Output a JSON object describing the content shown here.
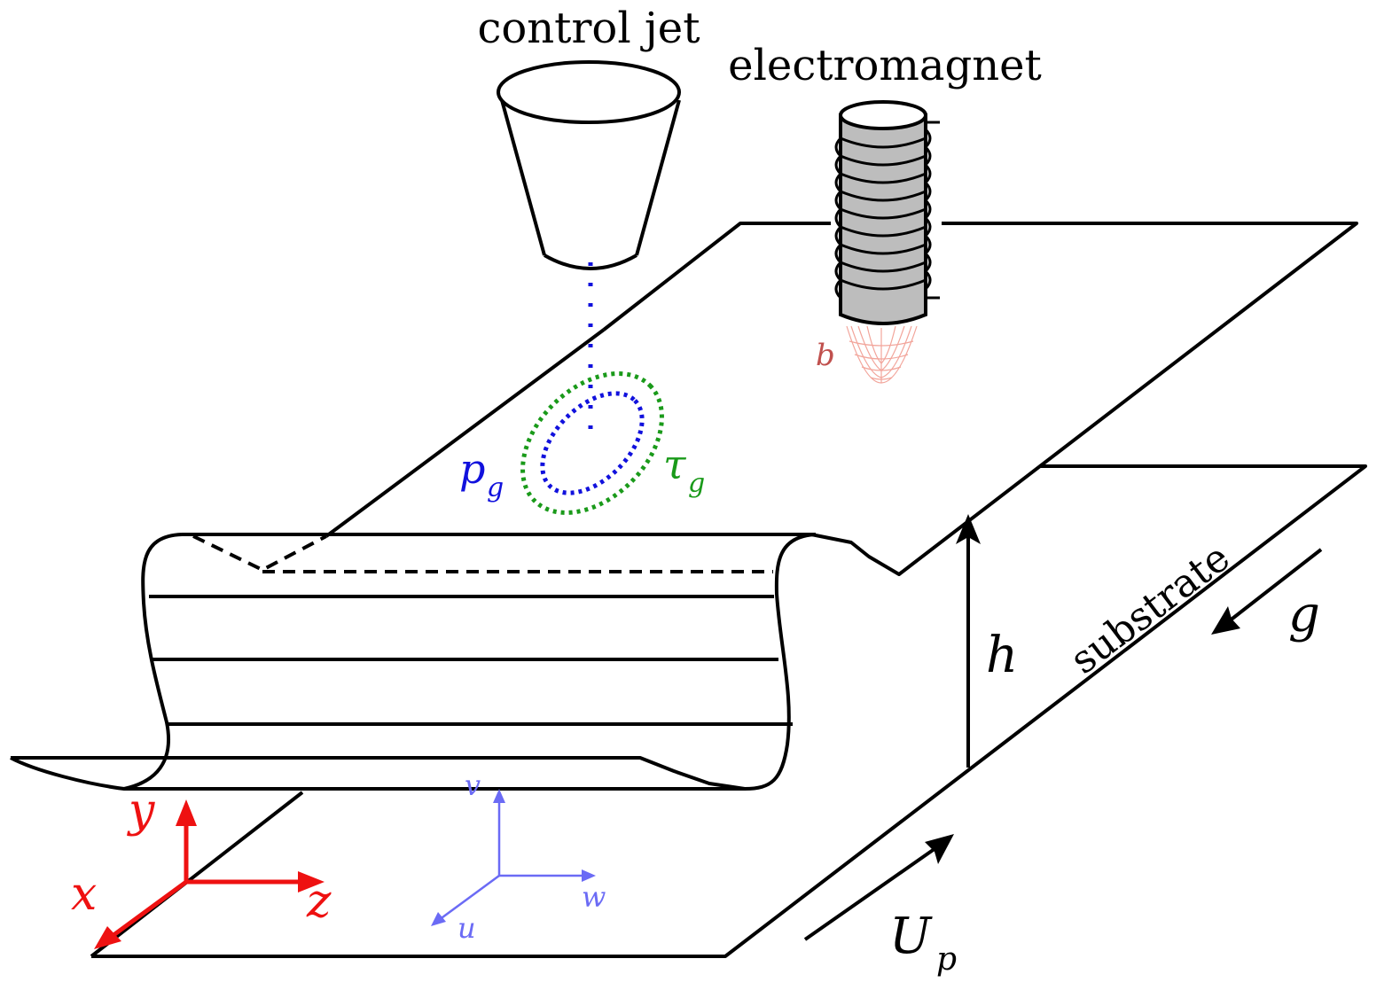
{
  "labels": {
    "control_jet": "control jet",
    "electromagnet": "electromagnet",
    "substrate": "substrate",
    "h": "h",
    "g": "g",
    "U": "U",
    "p_sub": "p",
    "b": "b",
    "pg_main": "p",
    "pg_sub": "g",
    "tau_main": "τ",
    "tau_sub": "g",
    "axis_x": "x",
    "axis_y": "y",
    "axis_z": "z",
    "axis_u": "u",
    "axis_v": "v",
    "axis_w": "w"
  },
  "colors": {
    "line": "#000000",
    "axis_red": "#ee1111",
    "axis_blue": "#6b6bf5",
    "pressure_blue": "#1111dd",
    "shear_green": "#1a9a1a",
    "magnet_field": "#d9786e",
    "magnet_body": "#bdbdbd"
  }
}
